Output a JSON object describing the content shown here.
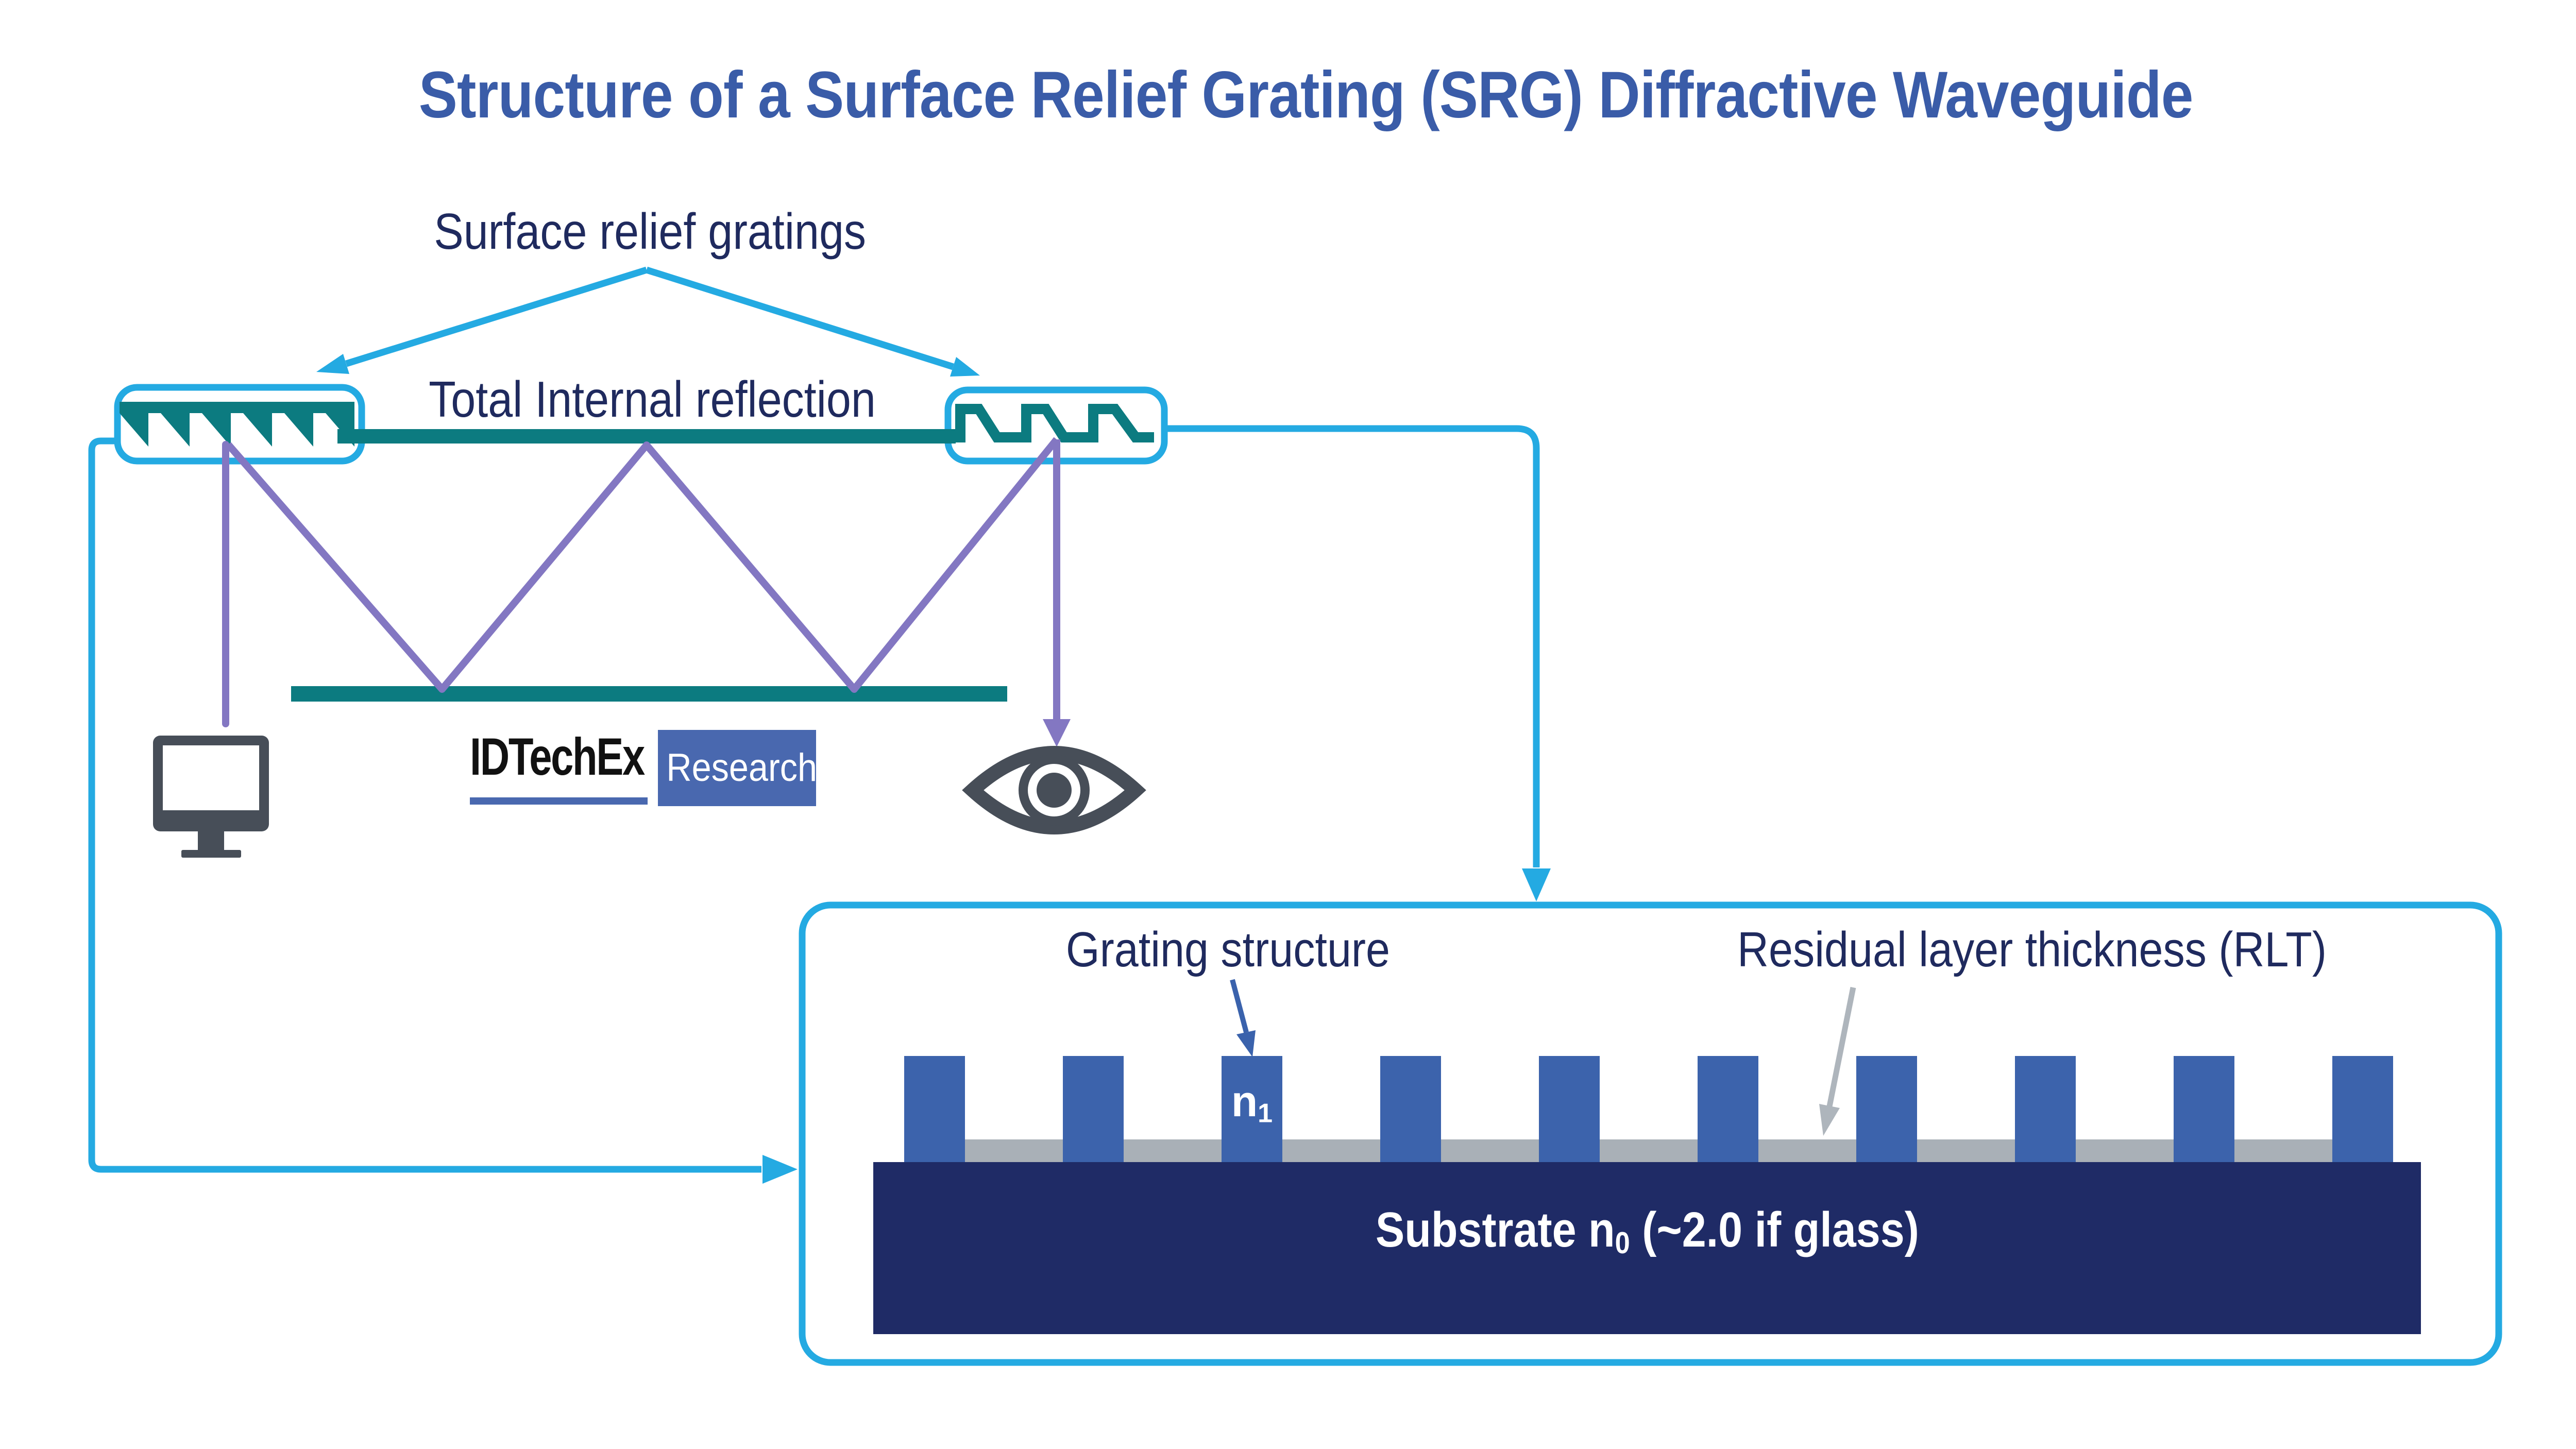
{
  "title": "Structure of a Surface Relief Grating (SRG) Diffractive Waveguide",
  "top_diagram": {
    "srg_label": "Surface relief gratings",
    "tir_label": "Total Internal reflection"
  },
  "logo": {
    "brand": "IDTechEx",
    "division": "Research"
  },
  "detail_diagram": {
    "grating_label": "Grating structure",
    "rlt_label": "Residual layer thickness (RLT)",
    "n1_base": "n",
    "n1_sub": "1",
    "substrate_pre": "Substrate n",
    "substrate_sub": "0",
    "substrate_post": " (~2.0 if glass)",
    "pillar_count": 10
  },
  "icons": {
    "monitor": "monitor-icon",
    "eye": "eye-icon"
  },
  "colors": {
    "title_blue": "#3A5CA8",
    "label_navy": "#1F2A5E",
    "accent_cyan": "#24AAE2",
    "waveguide_teal": "#0C7B80",
    "ray_purple": "#8377C2",
    "icon_slate": "#474E58",
    "pillar_blue": "#3C63AC",
    "substrate_navy": "#1F2B66",
    "residual_gray": "#A9B0B7",
    "logo_blue": "#4968AF"
  }
}
